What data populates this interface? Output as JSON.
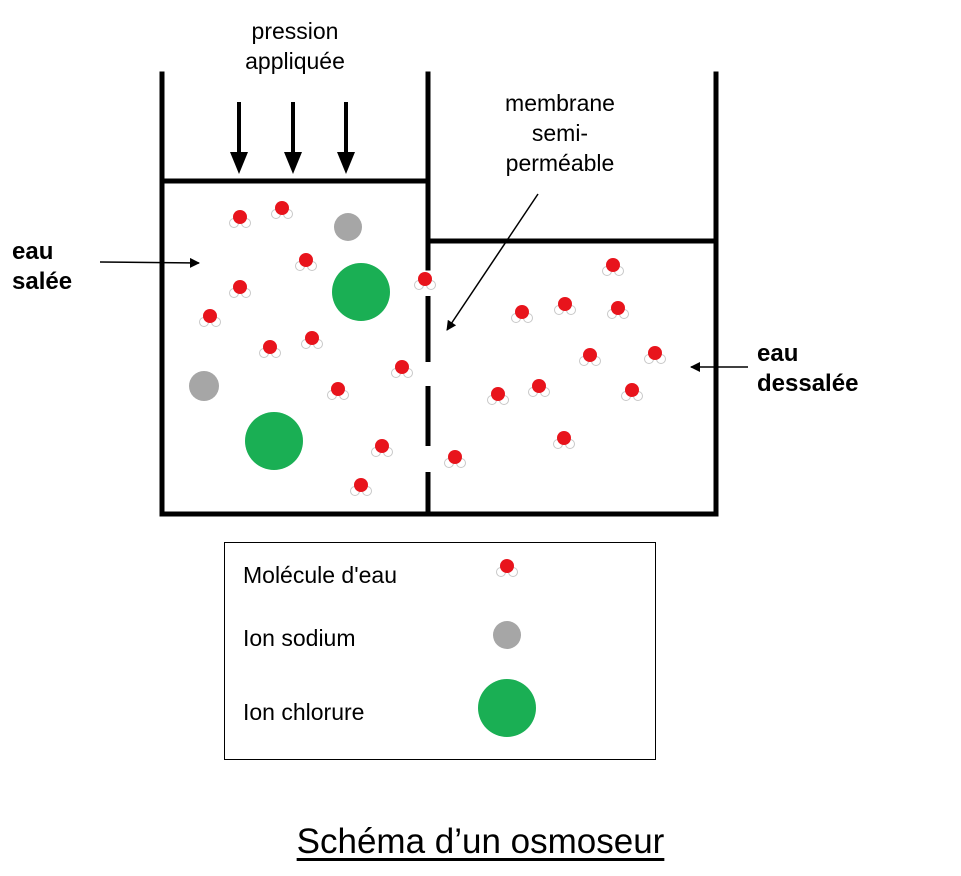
{
  "labels": {
    "pressure_line1": "pression",
    "pressure_line2": "appliquée",
    "membrane_line1": "membrane",
    "membrane_line2": "semi-",
    "membrane_line3": "perméable",
    "salt_water_line1": "eau",
    "salt_water_line2": "salée",
    "desalted_water_line1": "eau",
    "desalted_water_line2": "dessalée"
  },
  "legend": {
    "items": [
      {
        "label": "Molécule d'eau",
        "symbol": "water-molecule"
      },
      {
        "label": "Ion sodium",
        "symbol": "sodium-ion"
      },
      {
        "label": "Ion chlorure",
        "symbol": "chloride-ion"
      }
    ]
  },
  "caption": "Schéma d’un osmoseur",
  "colors": {
    "oxygen": "#e8141c",
    "sodium": "#a6a6a6",
    "chloride": "#1aaf54",
    "lines": "#000000"
  }
}
